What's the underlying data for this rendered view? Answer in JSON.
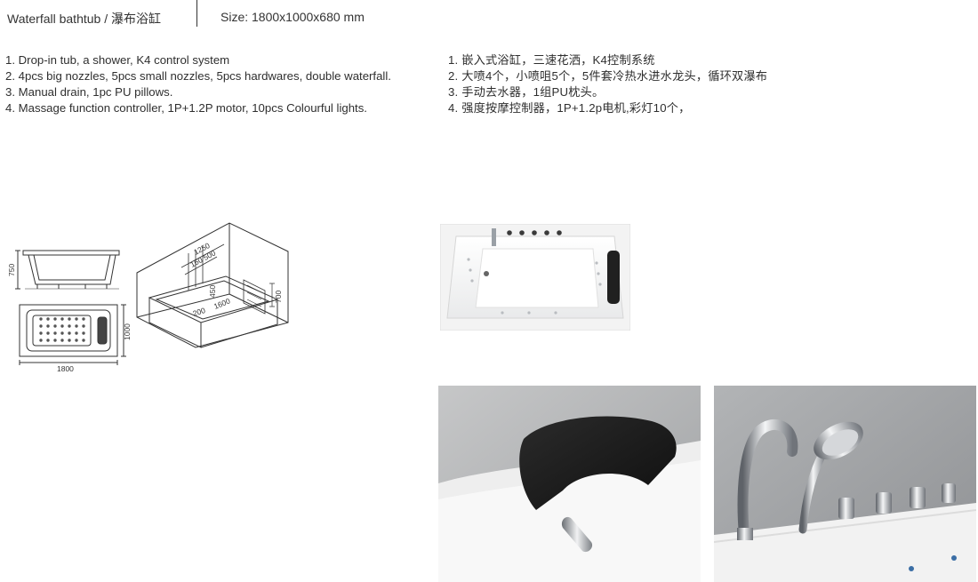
{
  "header": {
    "title": "Waterfall bathtub / 瀑布浴缸",
    "size": "Size: 1800x1000x680 mm"
  },
  "features_en": [
    "1. Drop-in tub, a shower, K4 control system",
    "2. 4pcs big nozzles, 5pcs small nozzles, 5pcs hardwares, double waterfall.",
    "3. Manual drain, 1pc PU pillows.",
    "4. Massage function controller, 1P+1.2P motor, 10pcs Colourful lights."
  ],
  "features_cn": [
    "1. 嵌入式浴缸，三速花洒，K4控制系统",
    "2. 大喷4个，小喷咀5个，5件套冷热水进水龙头，循环双瀑布",
    "3. 手动去水器，1组PU枕头。",
    "4. 强度按摩控制器，1P+1.2p电机,彩灯10个，"
  ],
  "drawing": {
    "dim_height": "750",
    "dim_width": "1000",
    "dim_length": "1800",
    "dim_1250": "1250",
    "dim_160_500": "160 500",
    "dim_450": "450",
    "dim_200": "200",
    "dim_1600": "1600",
    "dim_700": "700"
  },
  "colors": {
    "text": "#2a2a2a",
    "line": "#333333",
    "pillow": "#1b1b1b",
    "chrome": "#c9ccd0",
    "wall": "#a7a9ab",
    "acrylic": "#f6f6f6"
  }
}
